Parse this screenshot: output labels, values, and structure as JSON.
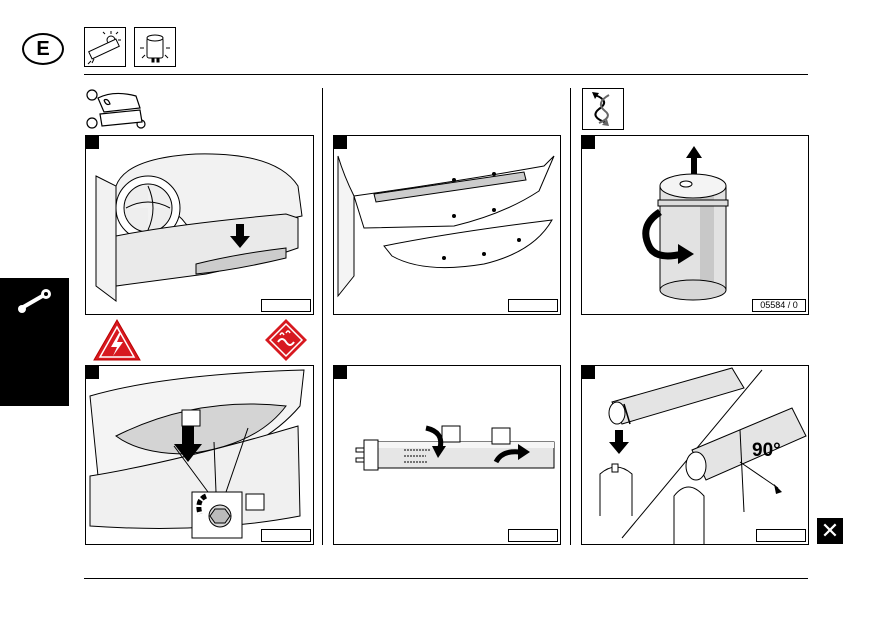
{
  "header": {
    "language_code": "E",
    "icons": [
      "lamp-replace-icon",
      "starter-replace-icon"
    ]
  },
  "sidebar": {
    "tab_icon": "wrench-icon"
  },
  "columns": [
    {
      "header_icon": "tanning-bed-icon",
      "panels": [
        {
          "step": "",
          "icon": "canopy-arrow-illustration",
          "ref": ""
        },
        {
          "step": "",
          "icon": "screw-loosen-illustration",
          "ref": ""
        }
      ],
      "warnings": [
        "electric-hazard-icon",
        "hot-surface-icon"
      ]
    },
    {
      "panels": [
        {
          "step": "",
          "icon": "acrylic-remove-illustration",
          "ref": ""
        },
        {
          "step": "",
          "icon": "lamp-rotate-illustration",
          "ref": ""
        }
      ]
    },
    {
      "header_icon": "rotate-arrows-icon",
      "panels": [
        {
          "step": "",
          "icon": "starter-rotate-illustration",
          "ref": "05584 / 0"
        },
        {
          "step": "",
          "icon": "lamp-insert-illustration",
          "ref": "",
          "angle_label": "90°"
        }
      ]
    }
  ],
  "footer": {
    "close_icon": "close-icon",
    "close_glyph": "✕"
  }
}
